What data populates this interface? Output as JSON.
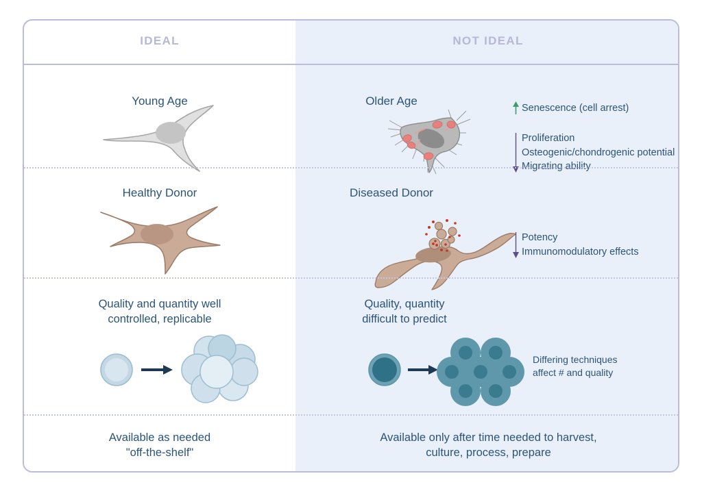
{
  "figure": {
    "columns": [
      {
        "id": "ideal",
        "label": "IDEAL"
      },
      {
        "id": "not_ideal",
        "label": "NOT IDEAL"
      }
    ],
    "colors": {
      "border": "#b9bcdc",
      "header_text": "#b5b8d8",
      "right_column_bg": "#eaf0f9",
      "body_text": "#2b5478",
      "divider": "#c3c7e2",
      "arrow_up": "#3f9b6d",
      "arrow_down": "#5b4f84",
      "cell_gray": "#dcdcdc",
      "cell_gray_dark": "#a9a9a9",
      "cell_tan": "#c6a894",
      "cell_blue_light": "#b6cfdd",
      "cell_teal_dark": "#3f7b90",
      "arrow_dark": "#1d3a52",
      "inclusion_red": "#e8817e"
    },
    "rows": [
      {
        "id": "age",
        "ideal": {
          "title": "Young Age",
          "illustration": "young-fibroblast-cell"
        },
        "not_ideal": {
          "title": "Older Age",
          "illustration": "senescent-fibroblast-cell",
          "annotations": [
            {
              "direction": "up",
              "items": [
                "Senescence (cell arrest)"
              ]
            },
            {
              "direction": "down",
              "items": [
                "Proliferation",
                "Osteogenic/chondrogenic potential",
                "Migrating ability"
              ]
            }
          ]
        }
      },
      {
        "id": "donor",
        "ideal": {
          "title": "Healthy Donor",
          "illustration": "healthy-stellate-cell"
        },
        "not_ideal": {
          "title": "Diseased Donor",
          "illustration": "diseased-elongated-cell",
          "annotations": [
            {
              "direction": "down",
              "items": [
                "Potency",
                "Immunomodulatory effects"
              ]
            }
          ]
        }
      },
      {
        "id": "quality",
        "ideal": {
          "caption": "Quality and quantity well\ncontrolled, replicable",
          "illustration": "light-blue-cell-cluster"
        },
        "not_ideal": {
          "caption": "Quality, quantity\ndifficult to predict",
          "illustration": "teal-cell-cluster",
          "note": "Differing techniques\naffect # and quality"
        }
      },
      {
        "id": "availability",
        "ideal": {
          "caption": "Available as needed\n\"off-the-shelf\""
        },
        "not_ideal": {
          "caption": "Available only after time needed to harvest,\nculture, process, prepare"
        }
      }
    ]
  }
}
